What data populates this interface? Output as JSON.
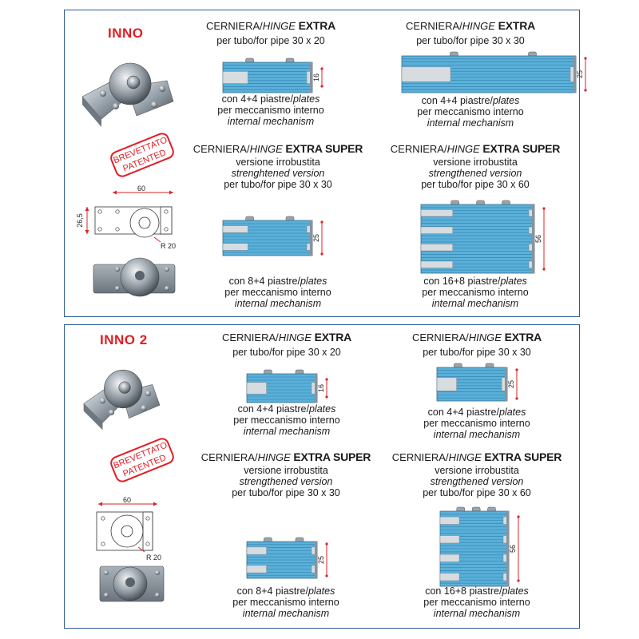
{
  "colors": {
    "frame": "#2a5d8f",
    "brand_red": "#e21d24",
    "plate_blue": "#5ab0d8",
    "plate_dark": "#2d7fae",
    "metal": "#9aa4ad",
    "dimension_red": "#d9232a"
  },
  "panels": [
    {
      "title": "INNO",
      "stamp": {
        "line1": "BREVETTATO",
        "line2": "PATENTED"
      },
      "drawing": {
        "width": "60",
        "height": "26,5",
        "radius": "R 20"
      },
      "hinges": [
        {
          "head_a": "CERNIERA/",
          "head_b": "HINGE",
          "head_c": "EXTRA",
          "lines": [
            "per tubo/for pipe 30 x 20"
          ],
          "dim": "16",
          "cap1": "con 4+4 piastre/",
          "cap1i": "plates",
          "cap2": "per meccanismo interno",
          "cap3": "internal mechanism"
        },
        {
          "head_a": "CERNIERA/",
          "head_b": "HINGE",
          "head_c": "EXTRA",
          "lines": [
            "per tubo/for pipe 30 x 30"
          ],
          "dim": "25",
          "cap1": "con 4+4 piastre/",
          "cap1i": "plates",
          "cap2": "per meccanismo interno",
          "cap3": "internal mechanism"
        },
        {
          "head_a": "CERNIERA/",
          "head_b": "HINGE",
          "head_c": "EXTRA SUPER",
          "lines": [
            "versione irrobustita",
            "strenghtened version",
            "per tubo/for pipe 30 x 30"
          ],
          "dim": "25",
          "cap1": "con 8+4 piastre/",
          "cap1i": "plates",
          "cap2": "per meccanismo interno",
          "cap3": "internal mechanism"
        },
        {
          "head_a": "CERNIERA/",
          "head_b": "HINGE",
          "head_c": "EXTRA SUPER",
          "lines": [
            "versione irrobustita",
            "strengthened version",
            "per tubo/for pipe 30 x 60"
          ],
          "dim": "56",
          "cap1": "con 16+8 piastre/",
          "cap1i": "plates",
          "cap2": "per meccanismo interno",
          "cap3": "internal mechanism"
        }
      ]
    },
    {
      "title": "INNO 2",
      "stamp": {
        "line1": "BREVETTATO",
        "line2": "PATENTED"
      },
      "drawing": {
        "width": "60",
        "height": "",
        "radius": "R 20"
      },
      "hinges": [
        {
          "head_a": "CERNIERA/",
          "head_b": "HINGE",
          "head_c": "EXTRA",
          "lines": [
            "per tubo/for pipe 30 x 20"
          ],
          "dim": "16",
          "cap1": "con 4+4 piastre/",
          "cap1i": "plates",
          "cap2": "per meccanismo interno",
          "cap3": "internal mechanism"
        },
        {
          "head_a": "CERNIERA/",
          "head_b": "HINGE",
          "head_c": "EXTRA",
          "lines": [
            "per tubo/for pipe 30 x 30"
          ],
          "dim": "25",
          "cap1": "con 4+4 piastre/",
          "cap1i": "plates",
          "cap2": "per meccanismo interno",
          "cap3": "internal mechanism"
        },
        {
          "head_a": "CERNIERA/",
          "head_b": "HINGE",
          "head_c": "EXTRA SUPER",
          "lines": [
            "versione irrobustita",
            "strengthened version",
            "per tubo/for pipe 30 x 30"
          ],
          "dim": "25",
          "cap1": "con 8+4 piastre/",
          "cap1i": "plates",
          "cap2": "per meccanismo interno",
          "cap3": "internal mechanism"
        },
        {
          "head_a": "CERNIERA/",
          "head_b": "HINGE",
          "head_c": "EXTRA SUPER",
          "lines": [
            "versione irrobustita",
            "strengthened version",
            "per tubo/for pipe 30 x 60"
          ],
          "dim": "56",
          "cap1": "con 16+8 piastre/",
          "cap1i": "plates",
          "cap2": "per meccanismo interno",
          "cap3": "internal mechanism"
        }
      ]
    }
  ]
}
